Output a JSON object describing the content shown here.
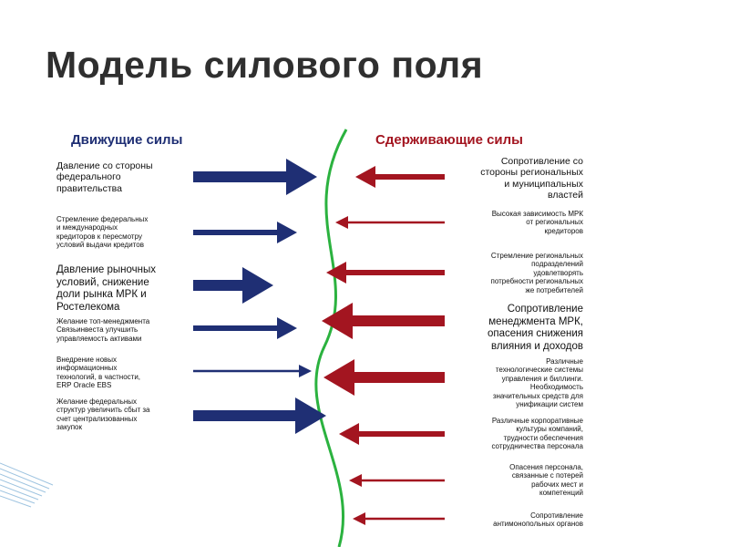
{
  "title": "Модель силового поля",
  "colors": {
    "driving": "#1f2f74",
    "restraining": "#a31520",
    "boundary": "#2bb23f",
    "title": "#2f2f2f"
  },
  "driving": {
    "header": "Движущие силы",
    "forces": [
      {
        "label": "Давление со стороны\nфедерального\nправительства",
        "strength": "large"
      },
      {
        "label": "Стремление федеральных\nи международных\nкредиторов к пересмотру\nусловий выдачи кредитов",
        "strength": "medium"
      },
      {
        "label": "Давление рыночных\nусловий, снижение\nдоли рынка МРК и\nРостелекома",
        "strength": "large"
      },
      {
        "label": "Желание топ-менеджмента\nСвязьинвеста улучшить\nуправляемость активами",
        "strength": "medium"
      },
      {
        "label": "Внедрение новых\nинформационных\nтехнологий, в частности,\nERP Oracle EBS",
        "strength": "small"
      },
      {
        "label": "Желание федеральных\nструктур увеличить сбыт за\nсчет централизованных\nзакупок",
        "strength": "large"
      }
    ]
  },
  "restraining": {
    "header": "Сдерживающие силы",
    "forces": [
      {
        "label": "Сопротивление со\nстороны региональных\nи муниципальных\nвластей",
        "strength": "medium"
      },
      {
        "label": "Высокая зависимость МРК\nот региональных\nкредиторов",
        "strength": "small"
      },
      {
        "label": "Стремление региональных\nподразделений\nудовлетворять\nпотребности региональных\nже потребителей",
        "strength": "medium"
      },
      {
        "label": "Сопротивление\nменеджмента МРК,\nопасения снижения\nвлияния и доходов",
        "strength": "large"
      },
      {
        "label": "Различные\nтехнологические системы\nуправления и биллинги.\nНеобходимость\nзначительных средств для\nунификации систем",
        "strength": "large"
      },
      {
        "label": "Различные корпоративные\nкультуры компаний,\nтрудности обеспечения\nсотрудничества персонала",
        "strength": "medium"
      },
      {
        "label": "Опасения персонала,\nсвязанные с потерей\nрабочих мест и\nкомпетенций",
        "strength": "small"
      },
      {
        "label": "Сопротивление\nантимонопольных органов",
        "strength": "small"
      }
    ]
  }
}
